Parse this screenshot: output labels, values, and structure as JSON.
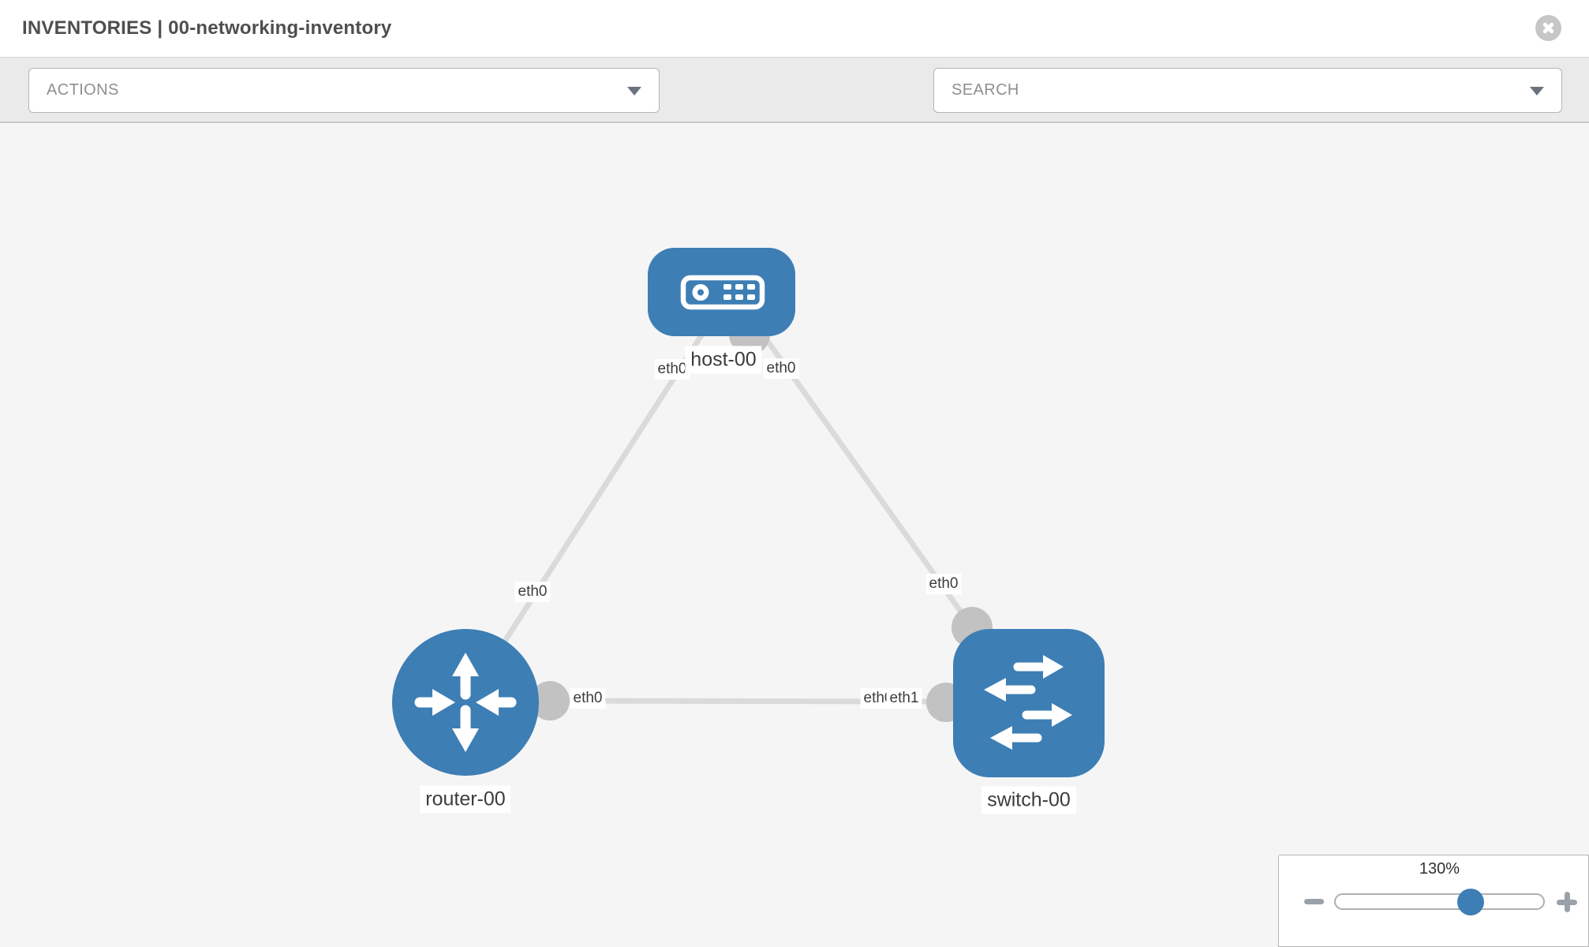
{
  "header": {
    "title": "INVENTORIES | 00-networking-inventory"
  },
  "toolbar": {
    "actions_label": "ACTIONS",
    "search_label": "SEARCH"
  },
  "icons": {
    "close": "close-icon",
    "actions_chevron": "chevron-down-icon",
    "wrench": "wrench-icon",
    "key": "key-icon",
    "search_chevron": "chevron-down-icon",
    "zoom_out": "minus-icon",
    "zoom_in": "plus-icon"
  },
  "topology": {
    "nodes": {
      "host": {
        "label": "host-00",
        "type": "host"
      },
      "router": {
        "label": "router-00",
        "type": "router"
      },
      "switch": {
        "label": "switch-00",
        "type": "switch"
      }
    },
    "interfaces": {
      "host_to_router_at_host": "eth0",
      "host_to_router_at_router": "eth0",
      "host_to_switch_at_host": "eth0",
      "host_to_switch_at_switch": "eth0",
      "router_to_switch_at_router": "eth0",
      "router_to_switch_at_switch_behind": "eth0",
      "router_to_switch_at_switch": "eth1"
    },
    "links": [
      {
        "source": "host-00",
        "source_interface": "eth0",
        "target": "router-00",
        "target_interface": "eth0"
      },
      {
        "source": "host-00",
        "source_interface": "eth0",
        "target": "switch-00",
        "target_interface": "eth0"
      },
      {
        "source": "router-00",
        "source_interface": "eth0",
        "target": "switch-00",
        "target_interface": "eth1"
      }
    ]
  },
  "zoom_control": {
    "level": "130%",
    "value_percent": 130
  },
  "colors": {
    "node_blue": "#3d7eb5",
    "link_gray": "#dadada",
    "interface_gray": "#c2c2c2",
    "canvas_bg": "#f5f5f5",
    "toolbar_bg": "#eaeaea",
    "icon_gray": "#6f7882"
  }
}
